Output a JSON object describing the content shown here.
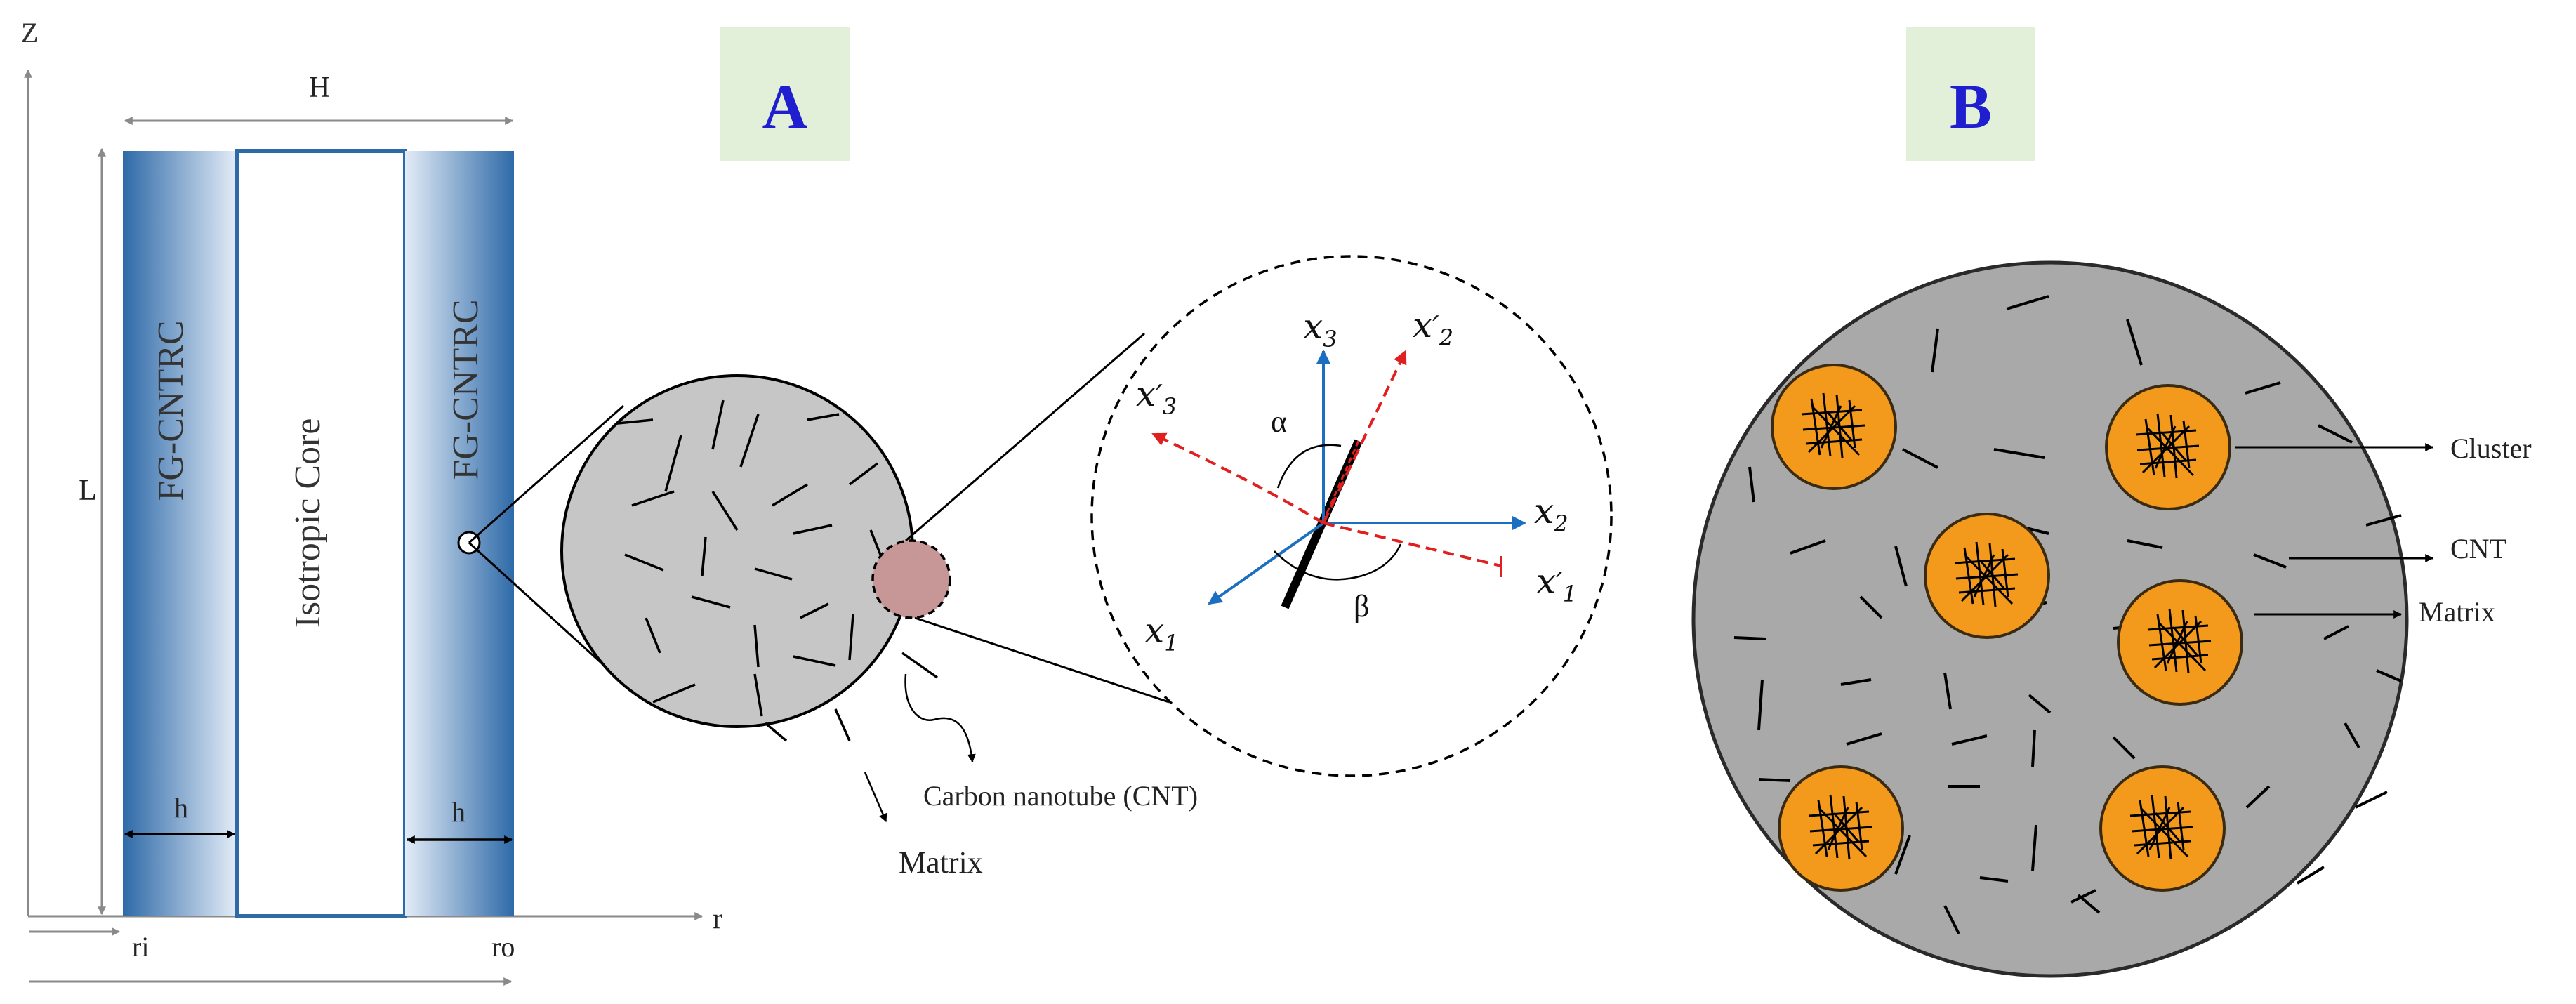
{
  "panel_a": {
    "tag": "A",
    "axes": {
      "z": "Z",
      "r": "r"
    },
    "dims": {
      "H": "H",
      "L": "L",
      "h_left": "h",
      "h_right": "h",
      "ri": "ri",
      "ro": "ro"
    },
    "layers": {
      "left": "FG-CNTRC",
      "core": "Isotropic Core",
      "right": "FG-CNTRC"
    },
    "labels": {
      "cnt": "Carbon nanotube (CNT)",
      "matrix": "Matrix"
    },
    "angles": {
      "alpha": "α",
      "beta": "β"
    },
    "axes_local": {
      "x1": {
        "base": "x",
        "sub": "1",
        "prime": ""
      },
      "x2": {
        "base": "x",
        "sub": "2",
        "prime": ""
      },
      "x3": {
        "base": "x",
        "sub": "3",
        "prime": ""
      },
      "x1p": {
        "base": "x",
        "sub": "1",
        "prime": "′"
      },
      "x2p": {
        "base": "x",
        "sub": "2",
        "prime": "′"
      },
      "x3p": {
        "base": "x",
        "sub": "3",
        "prime": "′"
      }
    }
  },
  "panel_b": {
    "tag": "B",
    "labels": {
      "cluster": "Cluster",
      "cnt": "CNT",
      "matrix": "Matrix"
    }
  },
  "colors": {
    "tag_bg": "#e2efd9",
    "tag_text": "#1f1fd0",
    "fg_layer_dark": "#2e6aa8",
    "fg_layer_light": "#dfe9f6",
    "matrix_gray": "#c6c6c6",
    "matrix_gray_b": "#a9a9a9",
    "highlight": "#c79797",
    "cluster_orange": "#f39a1c",
    "axis_blue": "#1c6fc0",
    "axis_red": "#e02020",
    "dim_gray": "#8a8a8a"
  }
}
